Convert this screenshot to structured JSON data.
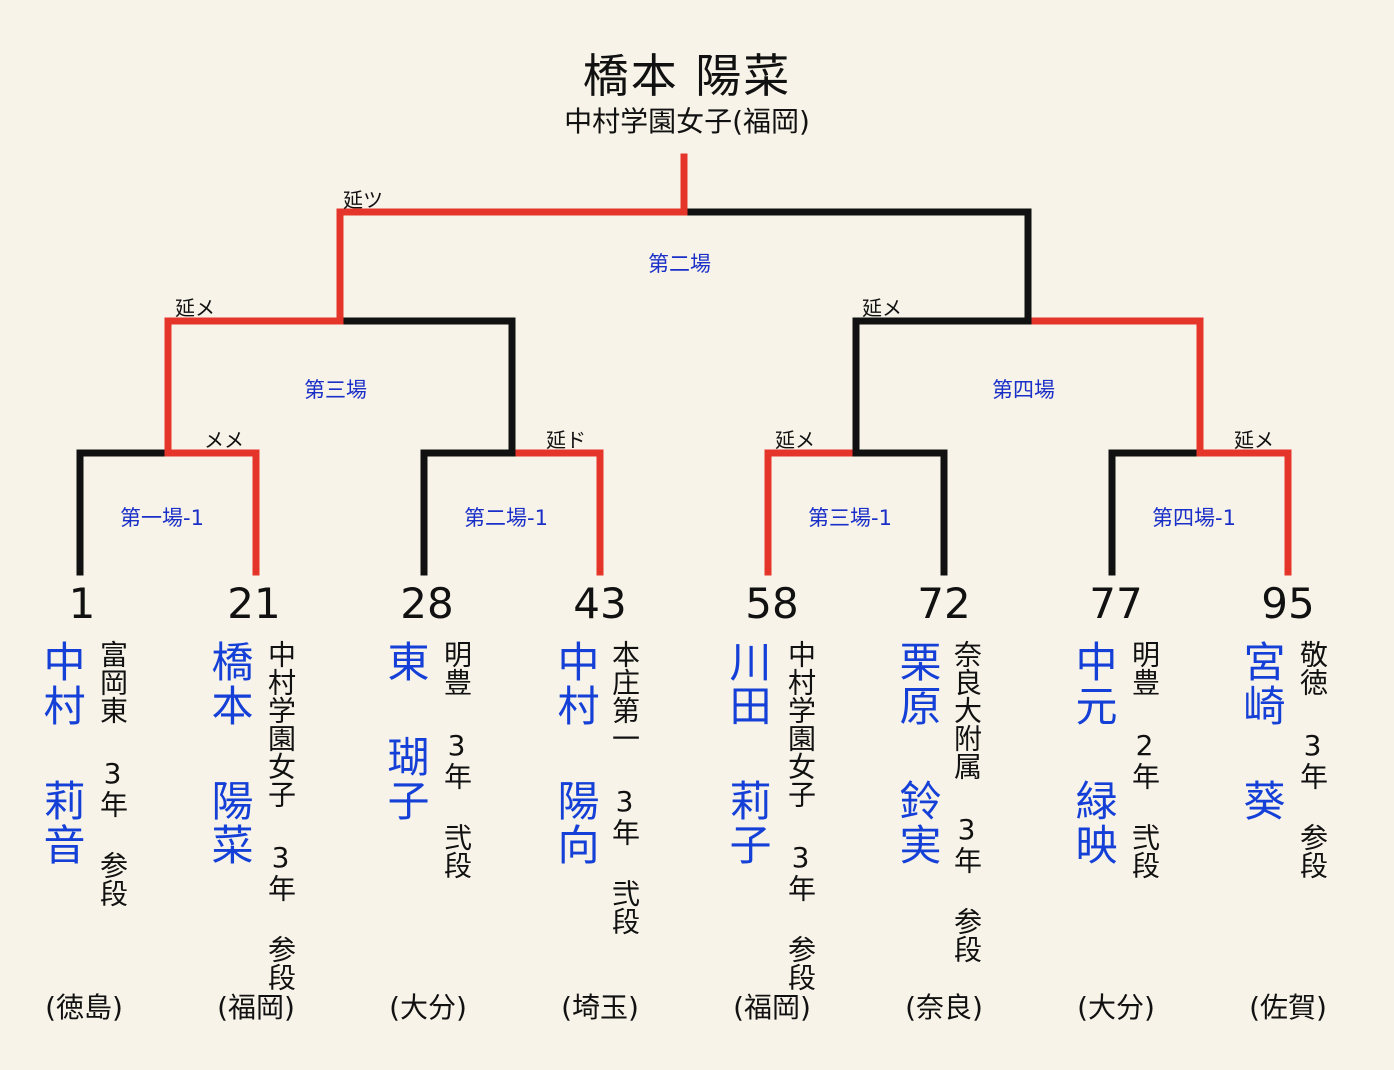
{
  "champion": {
    "name": "橋本 陽菜",
    "school": "中村学園女子(福岡)"
  },
  "colors": {
    "winner_line": "#e5352b",
    "loser_line": "#111111",
    "court_text": "#1a2fc8",
    "player_name": "#1540d8",
    "background": "#f7f3e8"
  },
  "players": [
    {
      "seed": "1",
      "name": "中村 莉音",
      "school": "富岡東",
      "grade": "3年",
      "rank": "参段",
      "prefecture": "(徳島)"
    },
    {
      "seed": "21",
      "name": "橋本 陽菜",
      "school": "中村学園女子",
      "grade": "3年",
      "rank": "参段",
      "prefecture": "(福岡)"
    },
    {
      "seed": "28",
      "name": "東 瑚子",
      "school": "明豊",
      "grade": "3年",
      "rank": "弐段",
      "prefecture": "(大分)"
    },
    {
      "seed": "43",
      "name": "中村 陽向",
      "school": "本庄第一",
      "grade": "3年",
      "rank": "弐段",
      "prefecture": "(埼玉)"
    },
    {
      "seed": "58",
      "name": "川田 莉子",
      "school": "中村学園女子",
      "grade": "3年",
      "rank": "参段",
      "prefecture": "(福岡)"
    },
    {
      "seed": "72",
      "name": "栗原 鈴実",
      "school": "奈良大附属",
      "grade": "3年",
      "rank": "参段",
      "prefecture": "(奈良)"
    },
    {
      "seed": "77",
      "name": "中元 緑映",
      "school": "明豊",
      "grade": "2年",
      "rank": "弐段",
      "prefecture": "(大分)"
    },
    {
      "seed": "95",
      "name": "宮崎 葵",
      "school": "敬徳",
      "grade": "3年",
      "rank": "参段",
      "prefecture": "(佐賀)"
    }
  ],
  "matches": {
    "r1": [
      {
        "court": "第一場-1",
        "technique": "メメ",
        "winner": "right"
      },
      {
        "court": "第二場-1",
        "technique": "延ド",
        "winner": "right"
      },
      {
        "court": "第三場-1",
        "technique": "延メ",
        "winner": "left"
      },
      {
        "court": "第四場-1",
        "technique": "延メ",
        "winner": "right"
      }
    ],
    "r2": [
      {
        "court": "第三場",
        "technique": "延メ",
        "winner": "left"
      },
      {
        "court": "第四場",
        "technique": "延メ",
        "winner": "right"
      }
    ],
    "final": {
      "court": "第二場",
      "technique": "延ツ",
      "winner": "left"
    }
  }
}
